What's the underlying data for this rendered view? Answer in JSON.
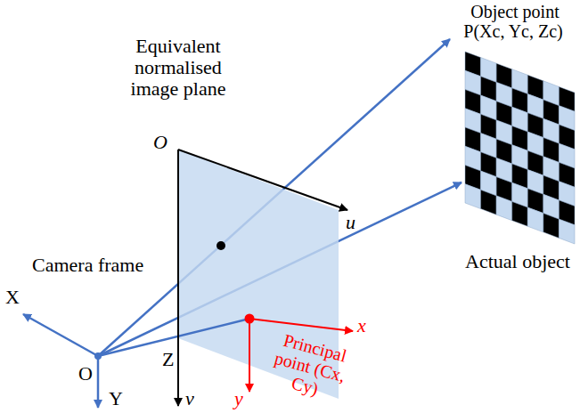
{
  "diagram": {
    "labels": [
      "Object point",
      "P(Xc, Yc, Zc)",
      "Equivalent normalised image plane",
      "O",
      "u",
      "Actual object",
      "Camera frame",
      "X",
      "Principal point (Cx, Cy)",
      "x",
      "Z",
      "y",
      "O",
      "v",
      "Y"
    ]
  }
}
